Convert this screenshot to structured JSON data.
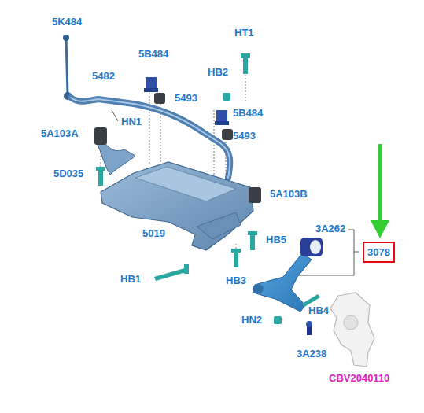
{
  "diagram": {
    "nodes": [
      {
        "text": [
          "3078"
        ]
      }
    ],
    "labels": [
      "5K484",
      "5482",
      "HN1",
      "5B484",
      "5493",
      "HT1",
      "HB2",
      "5B484",
      "5493",
      "5A103A",
      "5D035",
      "5019",
      "5A103B",
      "3A262",
      "HB5",
      "HB1",
      "HB3",
      "HN2",
      "HB4",
      "3A238",
      "CBV2040110"
    ]
  }
}
